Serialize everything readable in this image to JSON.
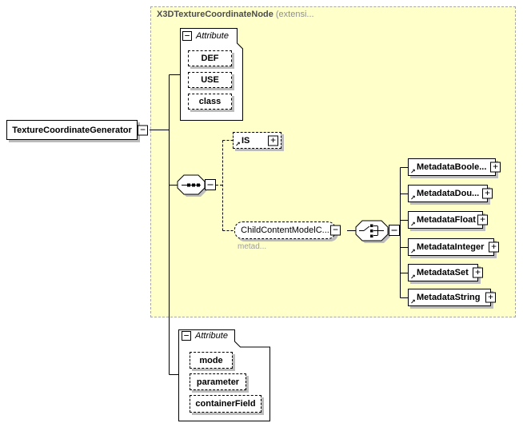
{
  "header": {
    "type_name": "X3DTextureCoordinateNode",
    "type_suffix": "(extensi..."
  },
  "root_element": {
    "label": "TextureCoordinateGenerator"
  },
  "top_attributes": {
    "header": "Attribute",
    "items": [
      "DEF",
      "USE",
      "class"
    ]
  },
  "is_element": {
    "label": "IS"
  },
  "child_content_model": {
    "label": "ChildContentModelC...",
    "annotation": "metad..."
  },
  "metadata_elements": [
    {
      "label": "MetadataBoole..."
    },
    {
      "label": "MetadataDou..."
    },
    {
      "label": "MetadataFloat"
    },
    {
      "label": "MetadataInteger"
    },
    {
      "label": "MetadataSet"
    },
    {
      "label": "MetadataString"
    }
  ],
  "bottom_attributes": {
    "header": "Attribute",
    "items": [
      "mode",
      "parameter",
      "containerField"
    ]
  },
  "symbols": {
    "collapse": "−",
    "expand": "+",
    "reference_arrow": "↗"
  },
  "colors": {
    "container_bg": "#FFFFC9",
    "shadow": "#BCBCBC",
    "muted_text": "#9E9E9E"
  }
}
